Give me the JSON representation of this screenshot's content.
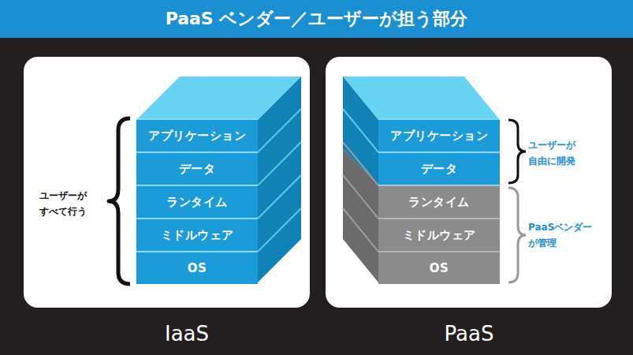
{
  "diagram": {
    "title": "PaaS ベンダー／ユーザーが担う部分",
    "nodes": [
      {
        "text": [
          "アプリケーション"
        ]
      },
      {
        "text": [
          "データ"
        ]
      },
      {
        "text": [
          "ランタイム"
        ]
      },
      {
        "text": [
          "ミドルウェア"
        ]
      },
      {
        "text": [
          "OS"
        ]
      },
      {
        "text": [
          "アプリケーション"
        ]
      },
      {
        "text": [
          "データ"
        ]
      },
      {
        "text": [
          "ランタイム"
        ]
      },
      {
        "text": [
          "ミドルウェア"
        ]
      },
      {
        "text": [
          "OS"
        ]
      }
    ],
    "labels": [
      "ユーザーが すべて行う",
      "IaaS",
      "ユーザーが 自由に開発",
      "PaaSベンダー が管理",
      "PaaS"
    ]
  }
}
